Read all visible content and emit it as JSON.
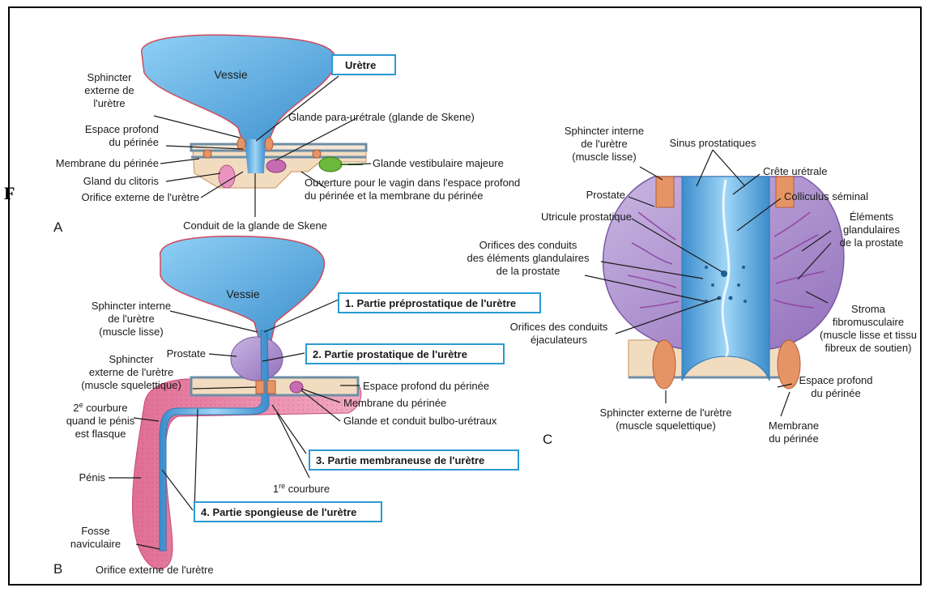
{
  "margin_letter": "F",
  "panels": {
    "a": "A",
    "b": "B",
    "c": "C"
  },
  "figA": {
    "bladder": "Vessie",
    "urethra_box": "Urètre",
    "ext_sphincter": [
      "Sphincter",
      "externe de",
      "l'urètre"
    ],
    "deep_space": [
      "Espace profond",
      "du périnée"
    ],
    "perineal_membrane": "Membrane du périnée",
    "clitoris_glans": "Gland du clitoris",
    "ext_orifice": "Orifice externe de l'urètre",
    "skene_duct": "Conduit de la glande de Skene",
    "skene_gland": "Glande para-urétrale (glande de Skene)",
    "vestibular_gland": "Glande vestibulaire majeure",
    "vaginal_opening": [
      "Ouverture pour le vagin dans l'espace profond",
      "du périnée et la membrane du périnée"
    ]
  },
  "figB": {
    "bladder": "Vessie",
    "int_sphincter": [
      "Sphincter interne",
      "de l'urètre",
      "(muscle lisse)"
    ],
    "prostate": "Prostate",
    "ext_sphincter": [
      "Sphincter",
      "externe de l'urètre",
      "(muscle squelettique)"
    ],
    "curve2": [
      "2e courbure",
      "quand le pénis",
      "est flasque"
    ],
    "curve2_sup": "e",
    "penis": "Pénis",
    "fossa": [
      "Fosse",
      "naviculaire"
    ],
    "ext_orifice": "Orifice externe de l'urètre",
    "deep_space": "Espace profond du périnée",
    "perineal_membrane": "Membrane du périnée",
    "bulbo_glands": "Glande et conduit bulbo-urétraux",
    "curve1": "1re courbure",
    "parts": [
      "1. Partie préprostatique de l'urètre",
      "2. Partie prostatique de l'urètre",
      "3. Partie membraneuse de l'urètre",
      "4. Partie spongieuse de l'urètre"
    ]
  },
  "figC": {
    "int_sphincter": [
      "Sphincter interne",
      "de l'urètre",
      "(muscle lisse)"
    ],
    "sinus": "Sinus prostatiques",
    "crest": "Crête urétrale",
    "colliculus": "Colliculus séminal",
    "prostate": "Prostate",
    "utricle": "Utricule prostatique",
    "gland_orifices": [
      "Orifices des conduits",
      "des éléments glandulaires",
      "de la prostate"
    ],
    "glandular": [
      "Éléments",
      "glandulaires",
      "de la prostate"
    ],
    "ejac_orifices": [
      "Orifices des conduits",
      "éjaculateurs"
    ],
    "stroma": [
      "Stroma",
      "fibromusculaire",
      "(muscle lisse et tissu",
      "fibreux de soutien)"
    ],
    "deep_space": [
      "Espace profond",
      "du périnée"
    ],
    "ext_sphincter": [
      "Sphincter externe de l'urètre",
      "(muscle squelettique)"
    ],
    "membrane": [
      "Membrane",
      "du périnée"
    ]
  },
  "colors": {
    "bladder": "#5fa8dc",
    "urethra": "#8cc8ee",
    "prostate": "#a98ccb",
    "penis": "#e88aa8",
    "muscle": "#e59565",
    "perineum": "#f2dcc0",
    "gland": "#6cb83a",
    "box_border": "#2a9ad3"
  }
}
